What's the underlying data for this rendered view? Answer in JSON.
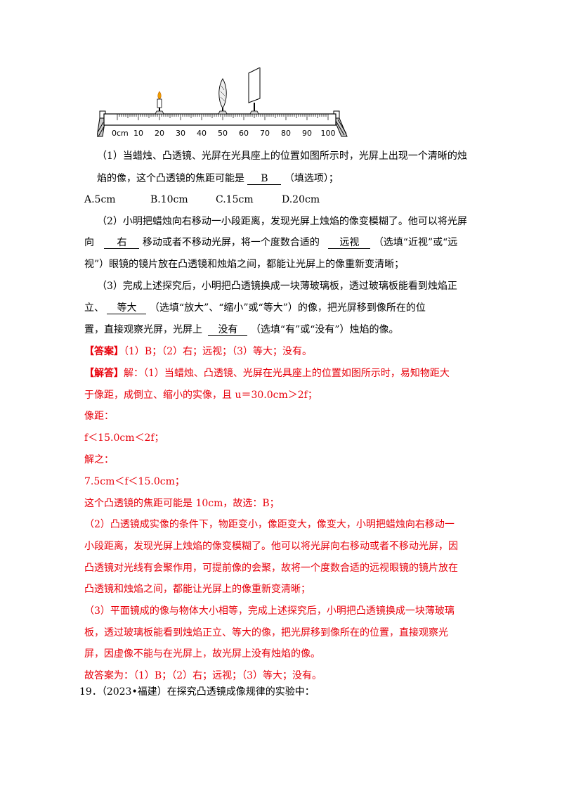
{
  "diagram": {
    "scale_labels": [
      "0cm",
      "10",
      "20",
      "30",
      "40",
      "50",
      "60",
      "70",
      "80",
      "90",
      "100"
    ],
    "candle_position_cm": 20,
    "lens_position_cm": 50,
    "screen_position_cm": 65
  },
  "q1": {
    "line1": "（1）当蜡烛、凸透镜、光屏在光具座上的位置如图所示时，光屏上出现一个清晰的烛",
    "line2_pre": "焰的像，这个凸透镜的焦距可能是",
    "blank": "B",
    "line2_post": "（填选项）；",
    "options": [
      "A.5cm",
      "B.10cm",
      "C.15cm",
      "D.20cm"
    ]
  },
  "q2": {
    "line1": "（2）小明把蜡烛向右移动一小段距离，发现光屏上烛焰的像变模糊了。他可以将光屏",
    "line2_a": "向",
    "blank1": "右",
    "line2_b": "移动或者不移动光屏，将一个度数合适的",
    "blank2": "远视",
    "line2_c": "（选填“近视”或“远",
    "line3": "视”）眼镜的镜片放在凸透镜和烛焰之间，都能让光屏上的像重新变清晰；"
  },
  "q3": {
    "line1": "（3）完成上述探究后，小明把凸透镜换成一块薄玻璃板，透过玻璃板能看到烛焰正",
    "line2_a": "立、",
    "blank1": "等大",
    "line2_b": "（选填“放大”、“缩小”或“等大”）的像，把光屏移到像所在的位",
    "line3_a": "置，直接观察光屏，光屏上",
    "blank2": "没有",
    "line3_b": "（选填“有”或“没有”）烛焰的像。"
  },
  "answer": {
    "tag": "【答案】",
    "text": "（1）B；（2）右；远视；（3）等大；没有。"
  },
  "solution": {
    "tag": "【解答】",
    "lines": [
      "解：（1）当蜡烛、凸透镜、光屏在光具座上的位置如图所示时，易知物距大",
      "于像距，成倒立、缩小的实像，且 u＝30.0cm＞2f；",
      "像距：",
      "f＜15.0cm＜2f；",
      "解之：",
      "7.5cm＜f＜15.0cm；",
      "这个凸透镜的焦距可能是 10cm，故选：B；",
      "（2）凸透镜成实像的条件下，物距变小，像距变大，像变大，小明把蜡烛向右移动一",
      "小段距离，发现光屏上烛焰的像变模糊了。他可以将光屏向右移动或者不移动光屏，因",
      "凸透镜对光线有会聚作用，可提前像的会聚，故将一个度数合适的远视眼镜的镜片放在",
      "凸透镜和烛焰之间，都能让光屏上的像重新变清晰；",
      "（3）平面镜成的像与物体大小相等，完成上述探究后，小明把凸透镜换成一块薄玻璃",
      "板，透过玻璃板能看到烛焰正立、等大的像，把光屏移到像所在的位置，直接观察光",
      "屏，因虚像不能与在光屏上，故光屏上没有烛焰的像。"
    ],
    "final": "故答案为：（1）B；（2）右；远视；（3）等大；没有。"
  },
  "next_question": "19．（2023•福建）在探究凸透镜成像规律的实验中："
}
